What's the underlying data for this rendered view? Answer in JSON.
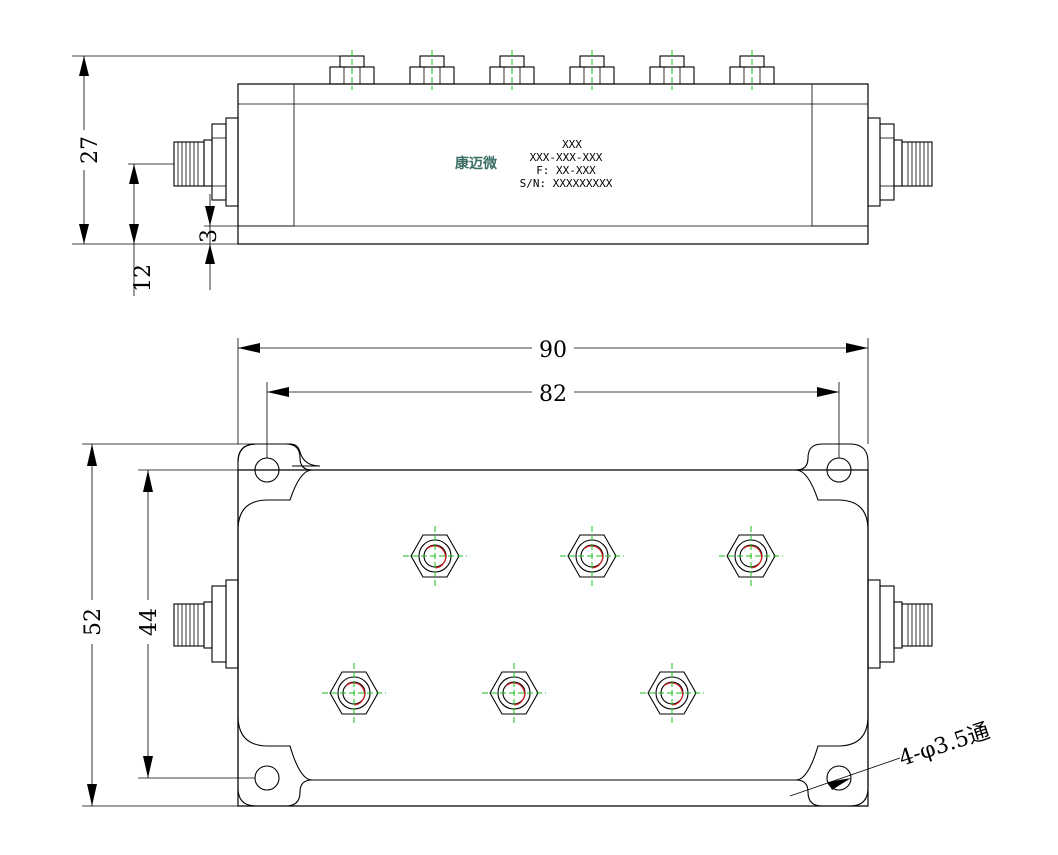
{
  "side_view": {
    "label": {
      "logo": "康迈微",
      "line1": "XXX",
      "line2": "XXX-XXX-XXX",
      "line3": "F: XX-XXX",
      "line4": "S/N: XXXXXXXXX"
    },
    "dim_height": "27",
    "dim_connector_height": "12",
    "dim_flange": "3"
  },
  "top_view": {
    "dim_width": "90",
    "dim_hole_spacing_x": "82",
    "dim_height": "52",
    "dim_hole_spacing_y": "44",
    "hole_note": "4-φ3.5通"
  }
}
